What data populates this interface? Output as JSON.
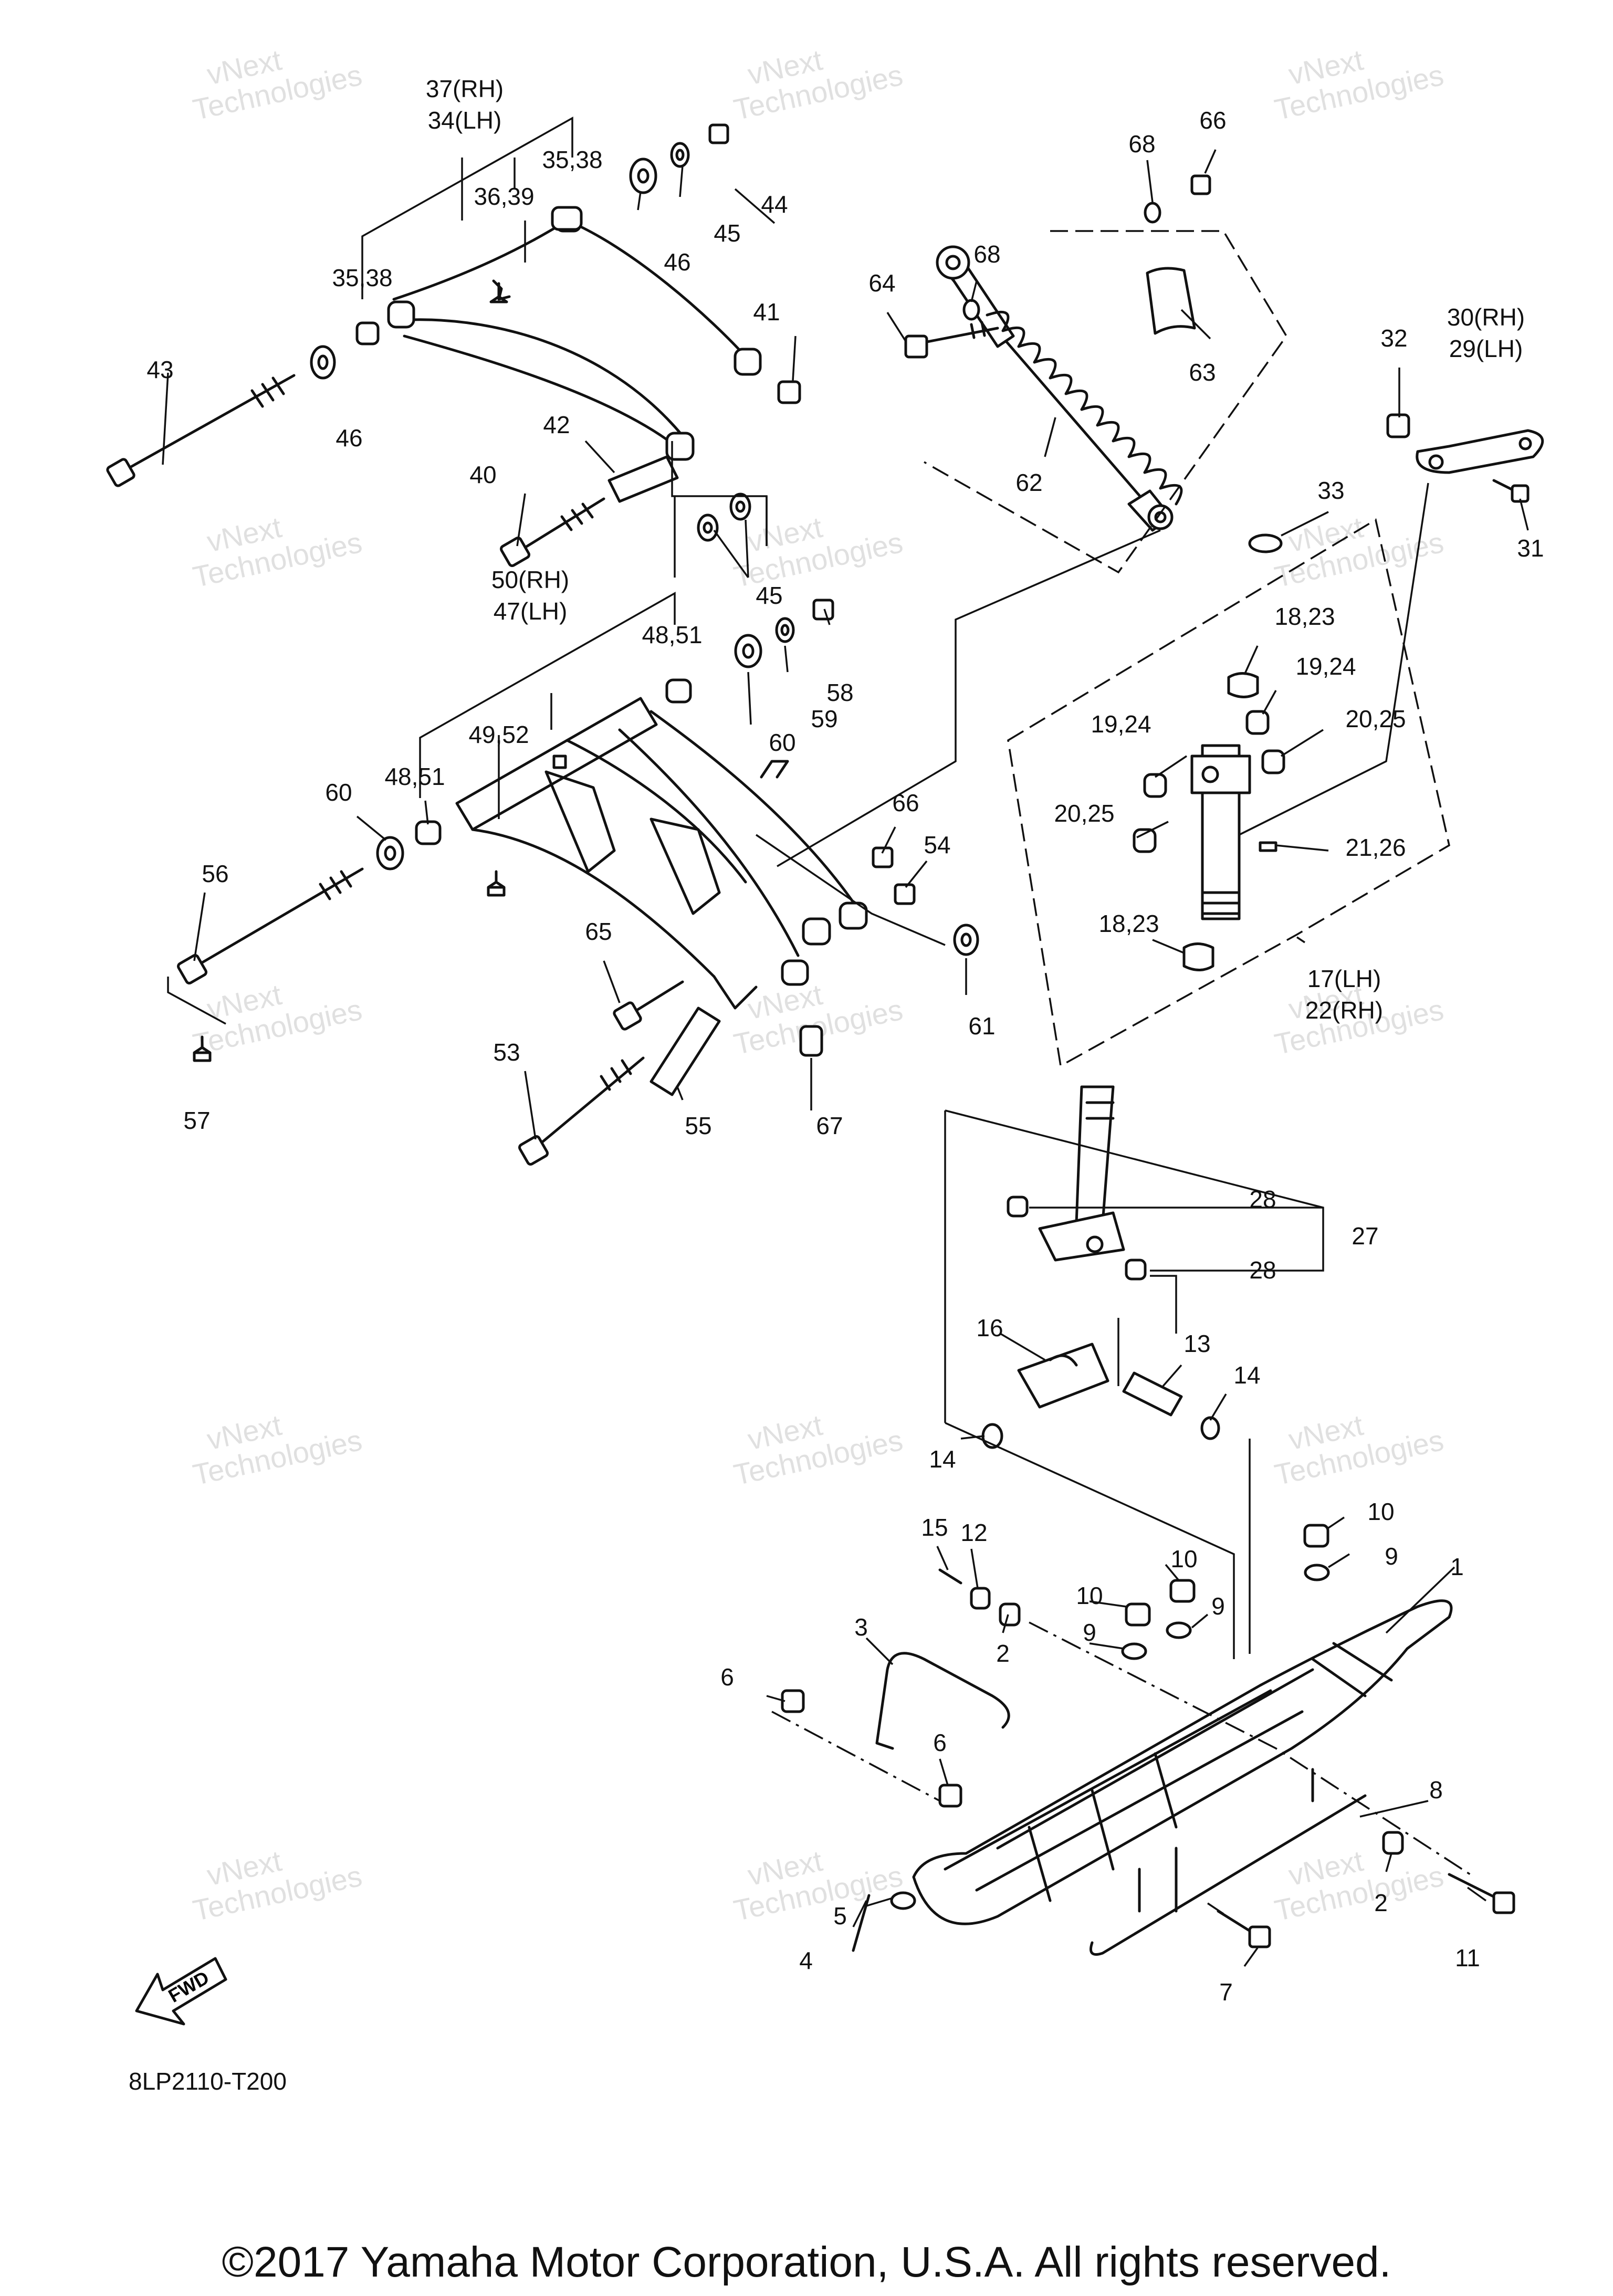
{
  "diagram_code": "8LP2110-T200",
  "copyright": "©2017 Yamaha Motor Corporation, U.S.A. All rights reserved.",
  "watermark": [
    "vNext",
    "Technologies"
  ],
  "fwd_label": "FWD",
  "callouts": {
    "c1": "1",
    "c2a": "2",
    "c2b": "2",
    "c3": "3",
    "c4": "4",
    "c5": "5",
    "c6a": "6",
    "c6b": "6",
    "c7": "7",
    "c8": "8",
    "c9a": "9",
    "c9b": "9",
    "c9c": "9",
    "c10a": "10",
    "c10b": "10",
    "c10c": "10",
    "c11": "11",
    "c12": "12",
    "c13": "13",
    "c14a": "14",
    "c14b": "14",
    "c15": "15",
    "c16": "16",
    "c17": "17(LH)",
    "c22": "22(RH)",
    "c18_23a": "18,23",
    "c18_23b": "18,23",
    "c19_24a": "19,24",
    "c19_24b": "19,24",
    "c20_25a": "20,25",
    "c20_25b": "20,25",
    "c21_26": "21,26",
    "c27": "27",
    "c28a": "28",
    "c28b": "28",
    "c30": "30(RH)",
    "c29": "29(LH)",
    "c31": "31",
    "c32": "32",
    "c33": "33",
    "c37": "37(RH)",
    "c34": "34(LH)",
    "c35_38a": "35,38",
    "c35_38b": "35,38",
    "c36_39": "36,39",
    "c40": "40",
    "c41": "41",
    "c42": "42",
    "c43": "43",
    "c44": "44",
    "c45a": "45",
    "c45b": "45",
    "c46a": "46",
    "c46b": "46",
    "c50": "50(RH)",
    "c47": "47(LH)",
    "c48_51a": "48,51",
    "c48_51b": "48,51",
    "c49_52": "49,52",
    "c53": "53",
    "c54": "54",
    "c55": "55",
    "c56": "56",
    "c57": "57",
    "c58": "58",
    "c59": "59",
    "c60a": "60",
    "c60b": "60",
    "c61": "61",
    "c62": "62",
    "c63": "63",
    "c64": "64",
    "c65": "65",
    "c66a": "66",
    "c66b": "66",
    "c67": "67",
    "c68a": "68",
    "c68b": "68"
  }
}
